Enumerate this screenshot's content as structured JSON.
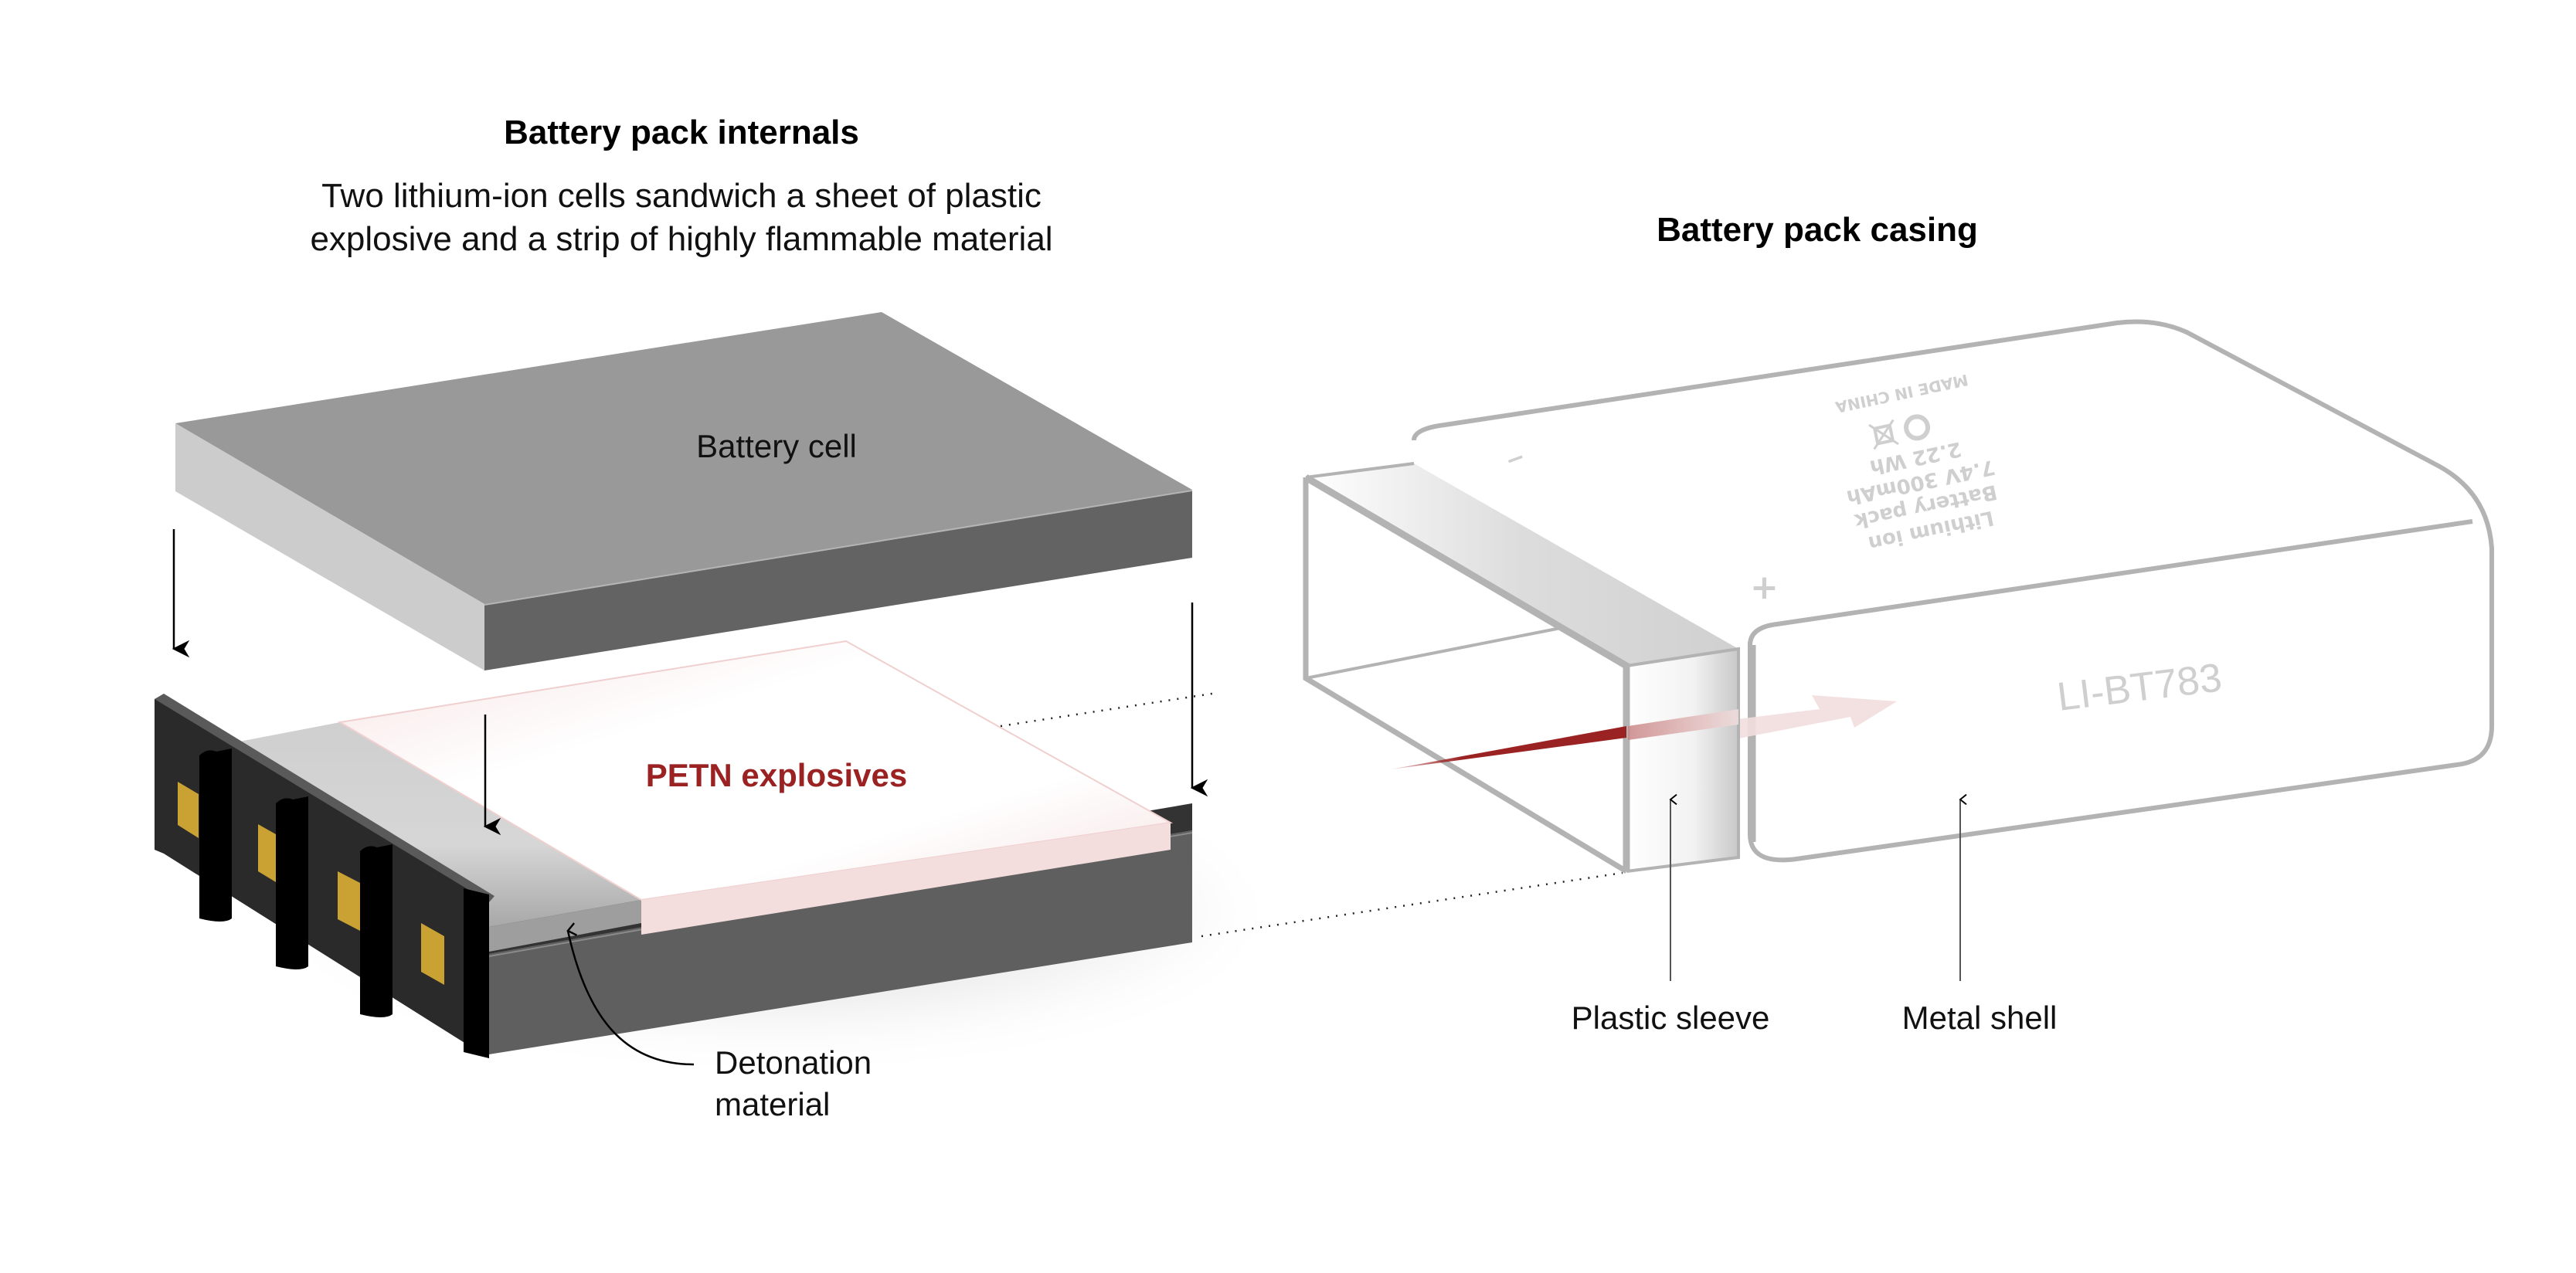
{
  "internals": {
    "title": "Battery pack internals",
    "subtitle_line1": "Two lithium-ion cells sandwich a sheet of plastic",
    "subtitle_line2": "explosive and a strip of highly flammable material",
    "labels": {
      "battery_cell": "Battery cell",
      "petn": "PETN explosives",
      "detonation_line1": "Detonation",
      "detonation_line2": "material"
    }
  },
  "casing": {
    "title": "Battery pack casing",
    "labels": {
      "plastic_sleeve": "Plastic sleeve",
      "metal_shell": "Metal shell"
    },
    "model_number": "LI-BT783",
    "printed_label": {
      "line1": "Lithium ion",
      "line2": "Battery pack",
      "line3": "7.4V 300mAh",
      "line4": "2.22 Wh",
      "origin": "MADE IN CHINA",
      "minus": "−",
      "plus": "+"
    }
  },
  "colors": {
    "accent_red": "#9b2222",
    "cell_top": "#999999",
    "cell_front": "#666666",
    "cell_side": "#cccccc",
    "casing_outline": "#b3b3b3",
    "terminal_gold": "#c9a233"
  }
}
